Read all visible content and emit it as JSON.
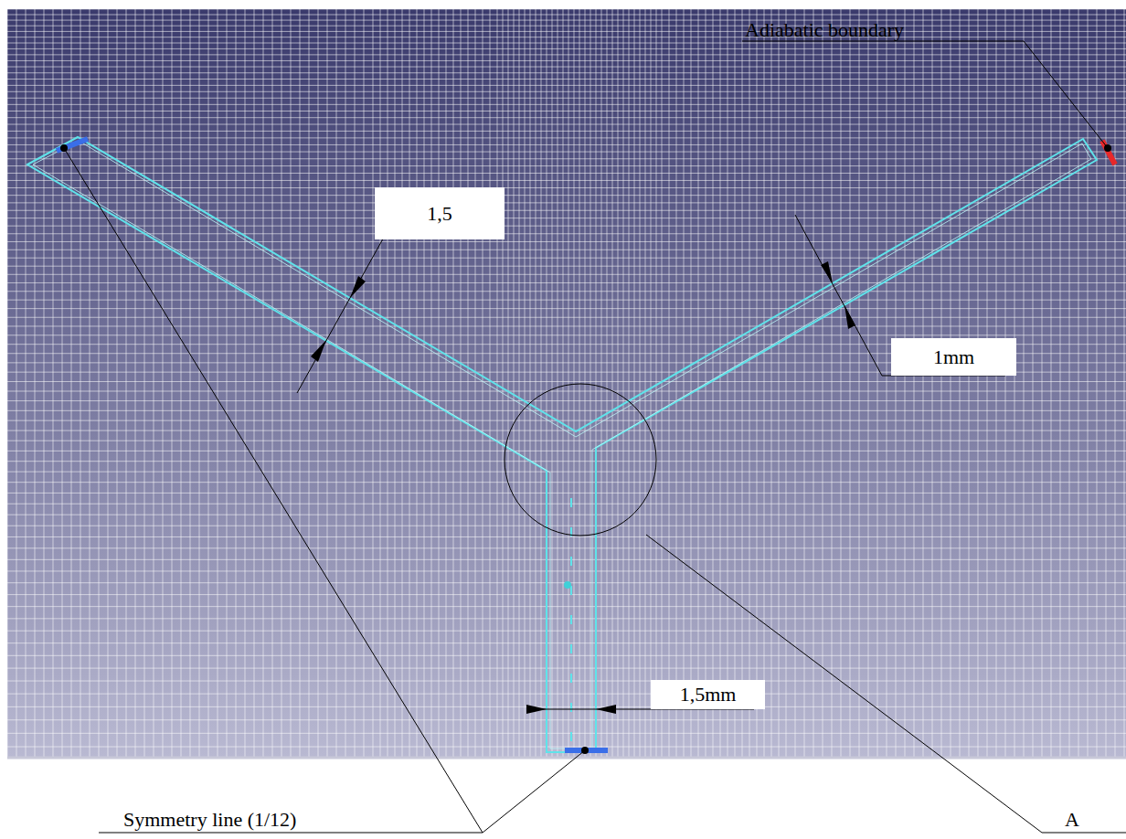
{
  "diagram": {
    "labels": [
      "Adiabatic boundary",
      "1,5",
      "1mm",
      "1,5mm",
      "Symmetry line (1/12)",
      "A"
    ]
  }
}
